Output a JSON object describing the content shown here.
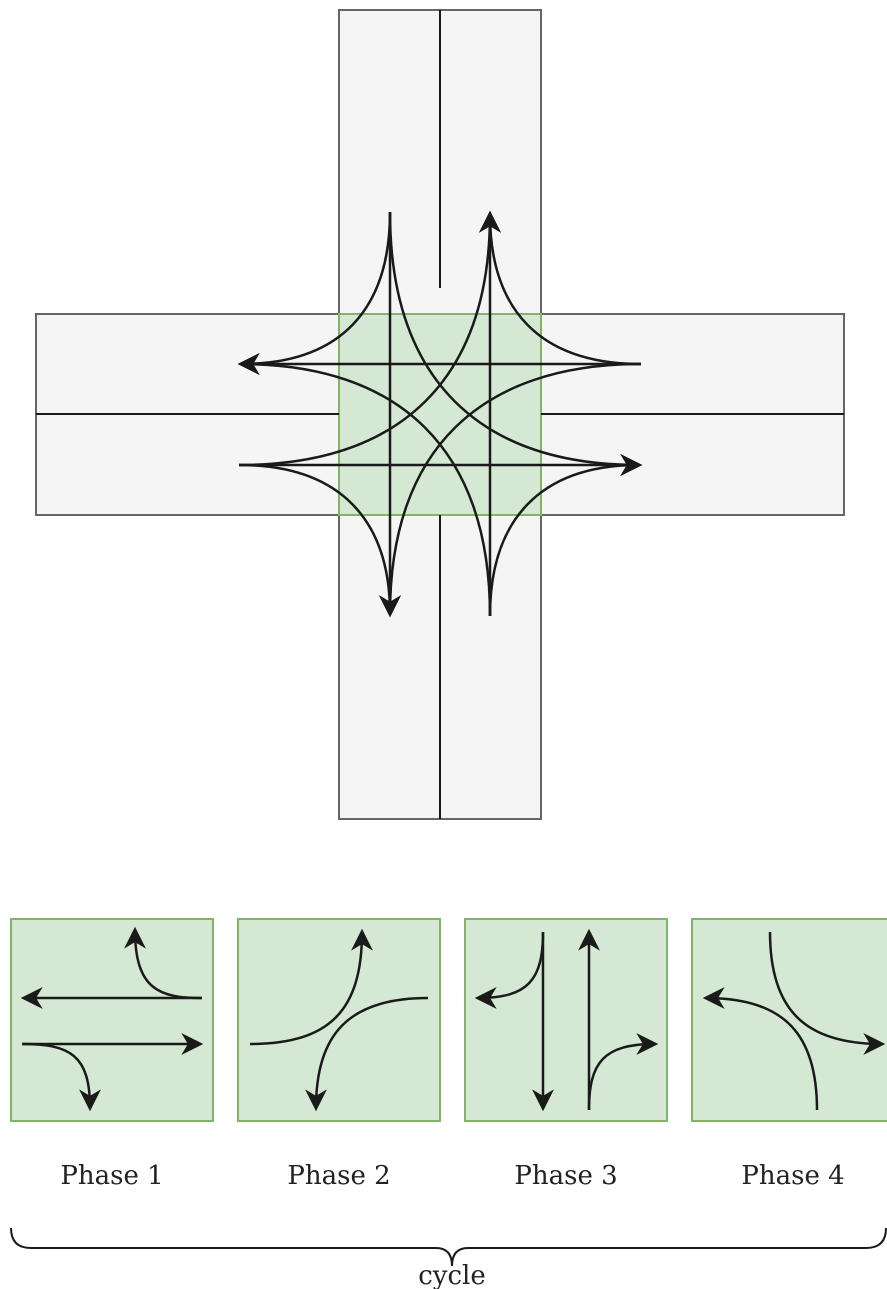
{
  "colors": {
    "road_fill": "#f5f5f5",
    "road_stroke": "#666666",
    "junction_fill": "#d5e8d4",
    "junction_stroke": "#82b366",
    "line": "#1a1a1a"
  },
  "phases": [
    {
      "label": "Phase 1"
    },
    {
      "label": "Phase 2"
    },
    {
      "label": "Phase 3"
    },
    {
      "label": "Phase 4"
    }
  ],
  "brace": {
    "label": "cycle"
  }
}
